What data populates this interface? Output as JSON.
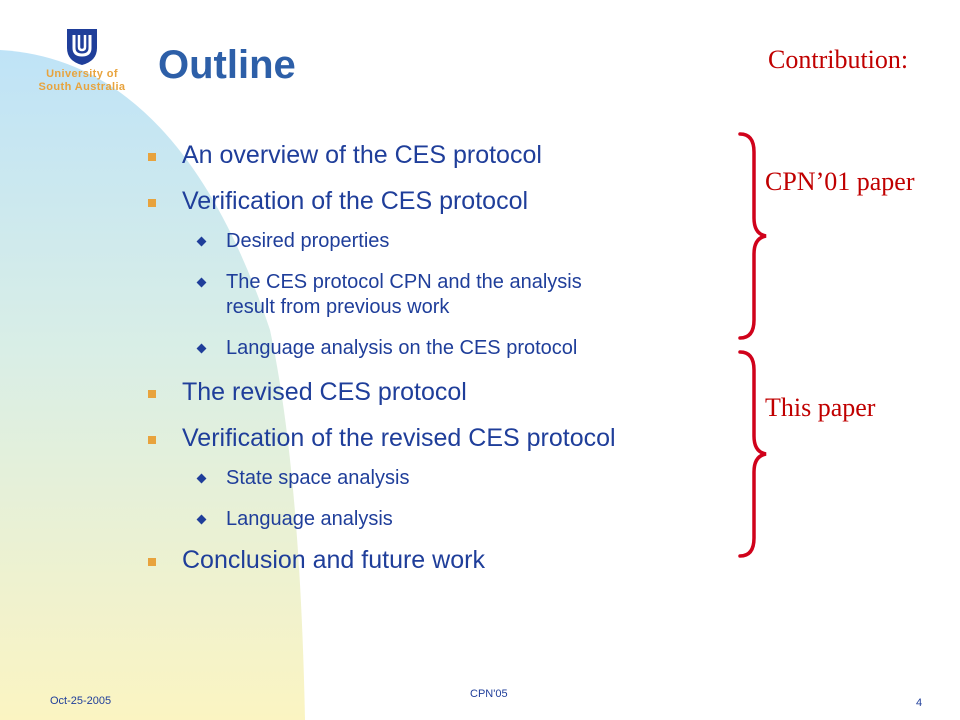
{
  "logo": {
    "line1": "University of",
    "line2": "South Australia"
  },
  "title": "Outline",
  "contribution": "Contribution:",
  "items": [
    {
      "level": 1,
      "text": "An overview of the CES protocol"
    },
    {
      "level": 1,
      "text": "Verification of the CES protocol"
    },
    {
      "level": 2,
      "text": "Desired properties"
    },
    {
      "level": 2,
      "text": "The CES protocol CPN and the analysis",
      "text2": "result from previous work"
    },
    {
      "level": 2,
      "text": "Language analysis on the CES protocol"
    },
    {
      "level": 1,
      "text": "The revised CES protocol"
    },
    {
      "level": 1,
      "text": "Verification of the revised CES protocol"
    },
    {
      "level": 2,
      "text": "State space analysis"
    },
    {
      "level": 2,
      "text": "Language analysis"
    },
    {
      "level": 1,
      "text": "Conclusion and future work"
    }
  ],
  "annotations": {
    "previous": "CPN’01 paper",
    "current": "This paper"
  },
  "footer": {
    "date": "Oct-25-2005",
    "conference": "CPN'05",
    "page": "4"
  },
  "colors": {
    "title": "#2d5fa8",
    "text": "#1f3e9a",
    "accent_red": "#c00000",
    "bullet_orange": "#e8a33d"
  }
}
